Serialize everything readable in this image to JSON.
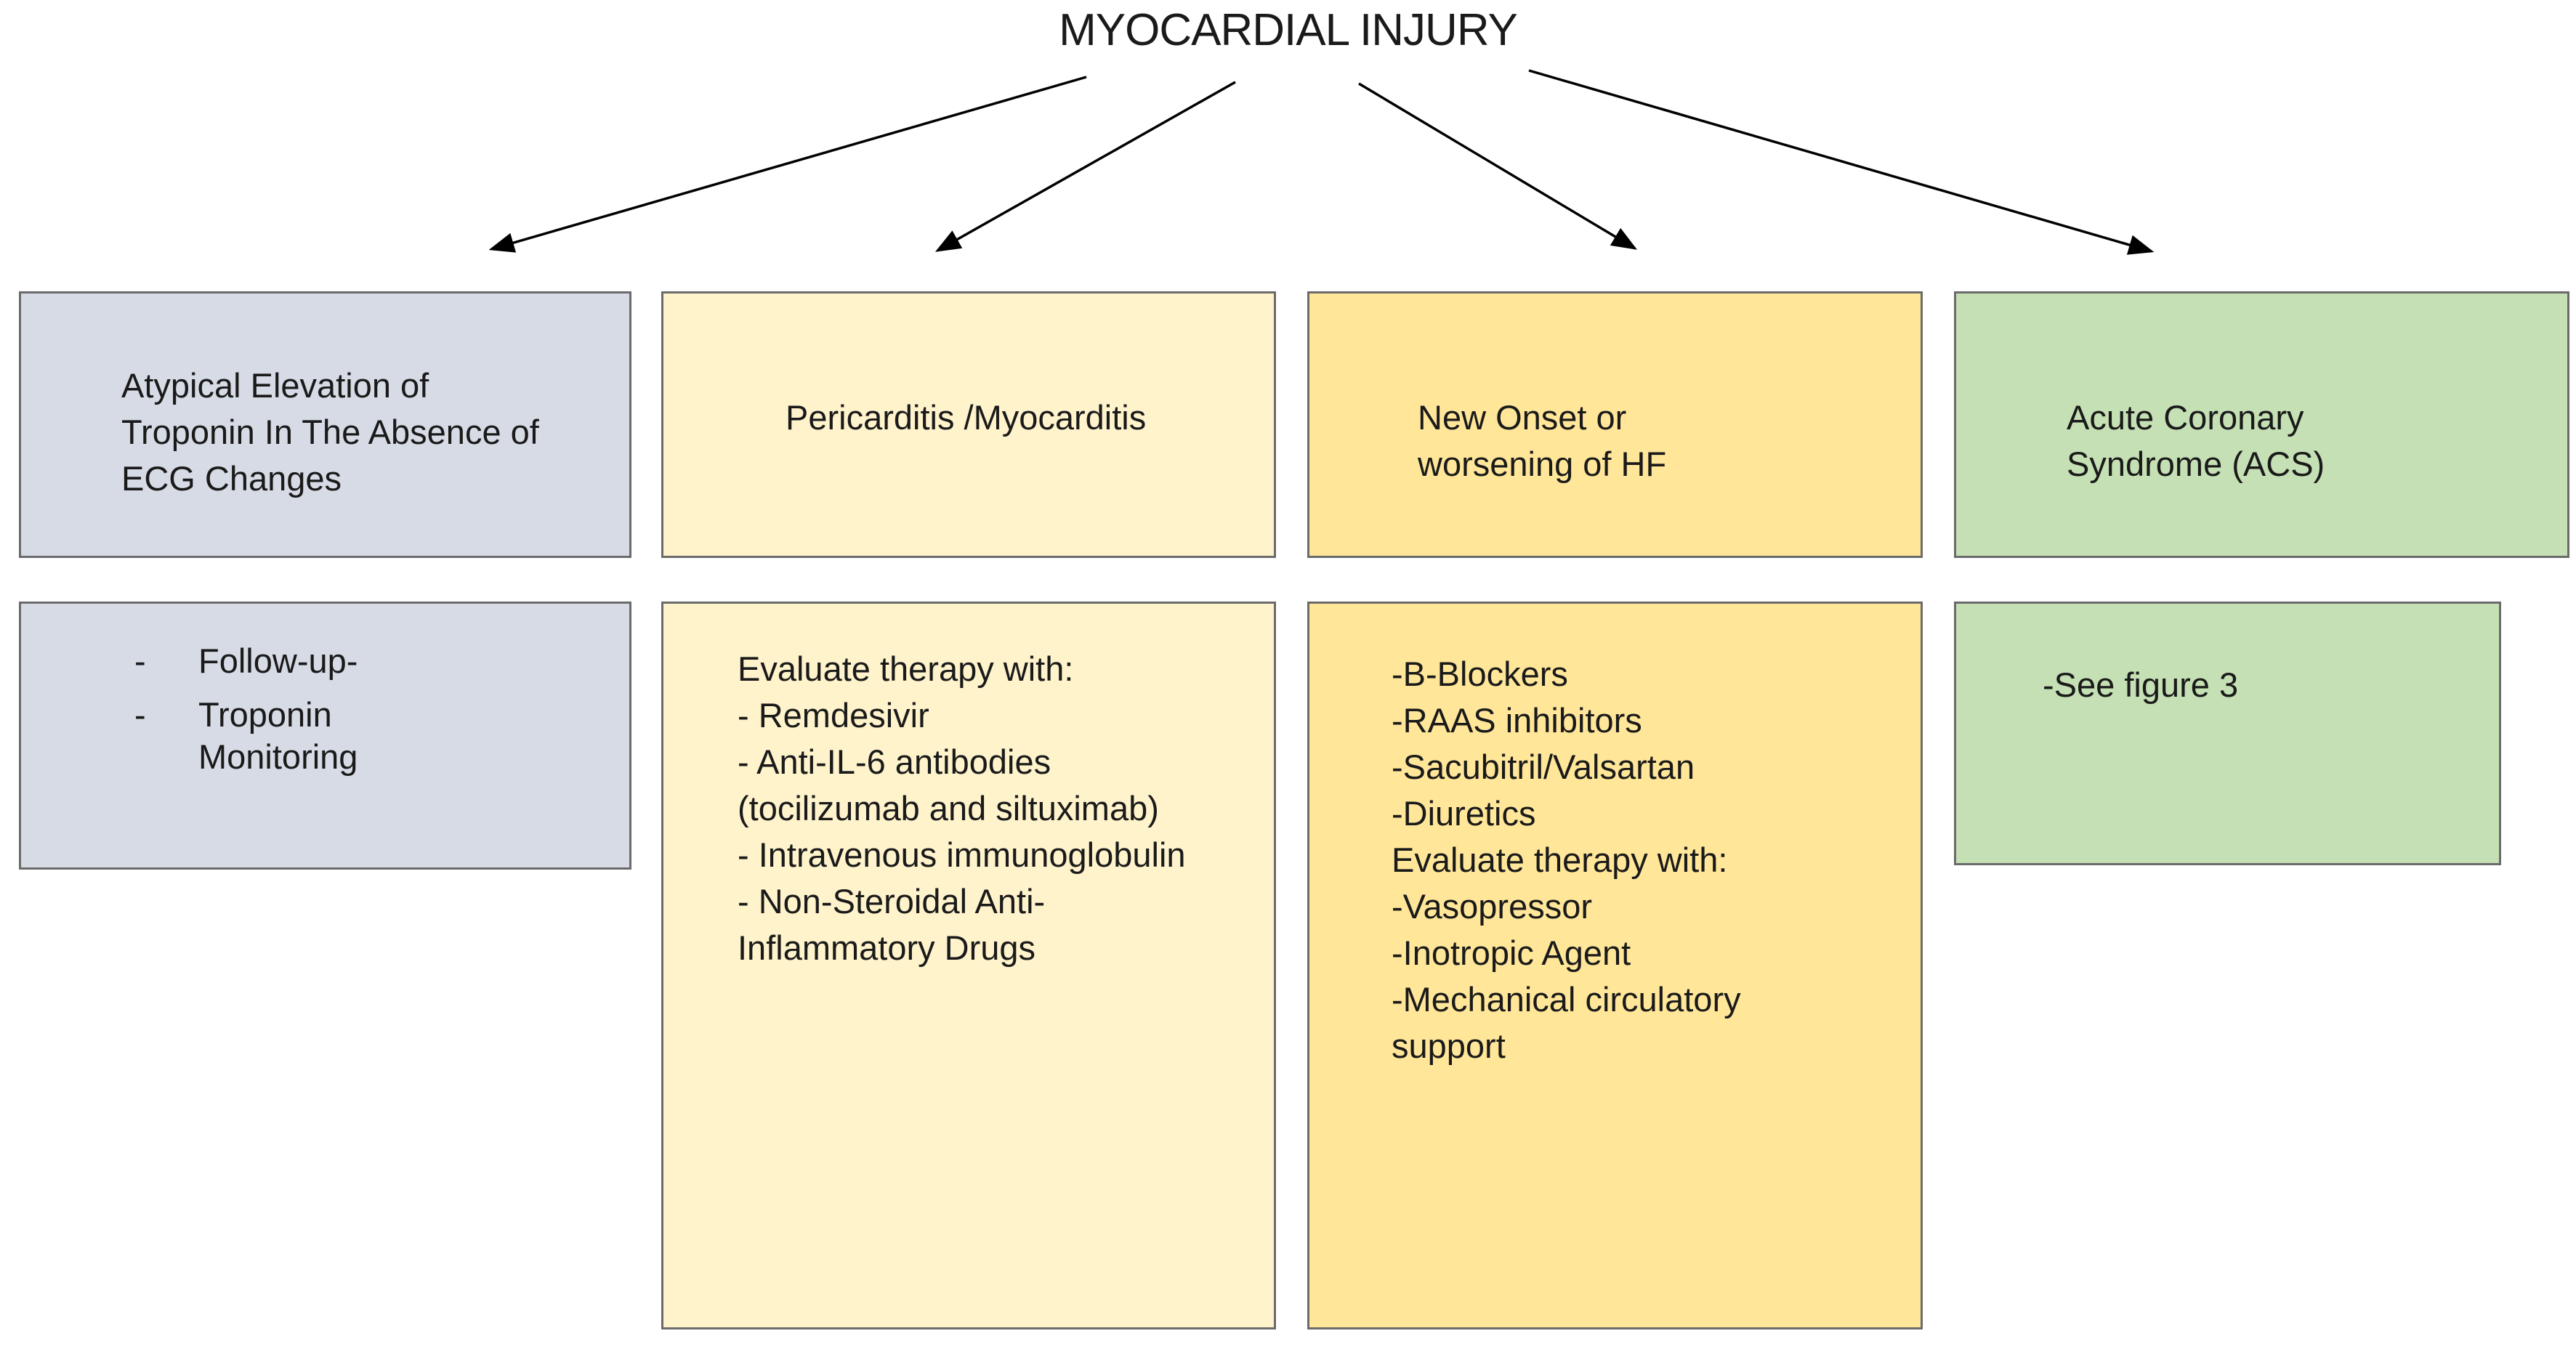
{
  "title": "MYOCARDIAL INJURY",
  "colors": {
    "blue": "#d7dbe5",
    "cream": "#fff3cc",
    "gold": "#ffe699",
    "green": "#c5e0b4",
    "border": "#6b6b6b"
  },
  "categories": [
    {
      "lines": [
        "Atypical Elevation of",
        "Troponin In The Absence of",
        "ECG Changes"
      ]
    },
    {
      "lines": [
        "Pericarditis /Myocarditis"
      ]
    },
    {
      "lines": [
        "New Onset or",
        "worsening of  HF"
      ]
    },
    {
      "lines": [
        "Acute Coronary",
        "Syndrome (ACS)"
      ]
    }
  ],
  "managements": [
    {
      "bullets": [
        [
          "Follow-up-"
        ],
        [
          "Troponin",
          "Monitoring"
        ]
      ]
    },
    {
      "lines": [
        "Evaluate therapy with:",
        "- Remdesivir",
        "- Anti-IL-6 antibodies",
        "(tocilizumab and siltuximab)",
        "- Intravenous immunoglobulin",
        "- Non-Steroidal Anti-",
        "Inflammatory Drugs"
      ]
    },
    {
      "lines": [
        "-B-Blockers",
        "-RAAS inhibitors",
        "-Sacubitril/Valsartan",
        "-Diuretics",
        "Evaluate therapy with:",
        "-Vasopressor",
        "-Inotropic Agent",
        "-Mechanical circulatory",
        "support"
      ]
    },
    {
      "lines": [
        "-See figure 3"
      ]
    }
  ]
}
